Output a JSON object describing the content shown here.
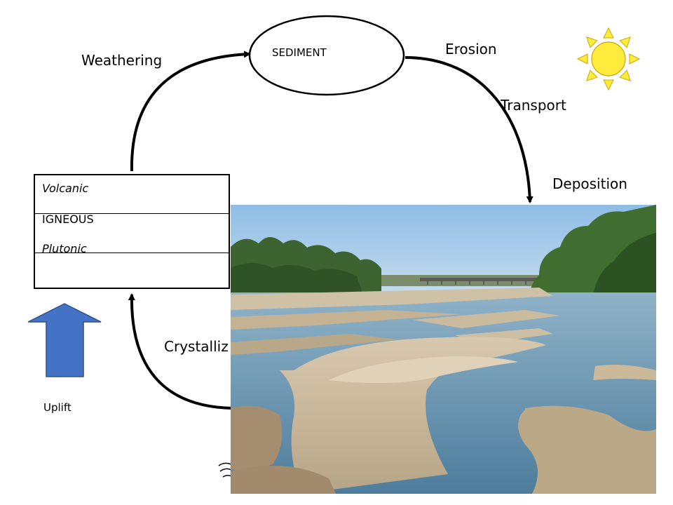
{
  "diagram": {
    "sediment_label": "SEDIMENT",
    "weathering_label": "Weathering",
    "erosion_label": "Erosion",
    "transport_label": "Transport",
    "deposition_label": "Deposition",
    "crystallization_label": "Crystalliz",
    "uplift_label": "Uplift",
    "igneous_box": {
      "volcanic_label": "Volcanic",
      "igneous_label": "IGNEOUS",
      "plutonic_label": "Plutonic"
    }
  },
  "colors": {
    "uplift_arrow_fill": "#4472c4",
    "uplift_arrow_stroke": "#2f528f",
    "sun_fill": "#ffeb3b",
    "sun_stroke": "#c9a800",
    "sky": "#9cc6ea",
    "water": "#5e8aa6",
    "sand": "#c9b79c",
    "trees": "#3f6b2e"
  },
  "photo": {
    "subject": "river-with-sandbars"
  }
}
